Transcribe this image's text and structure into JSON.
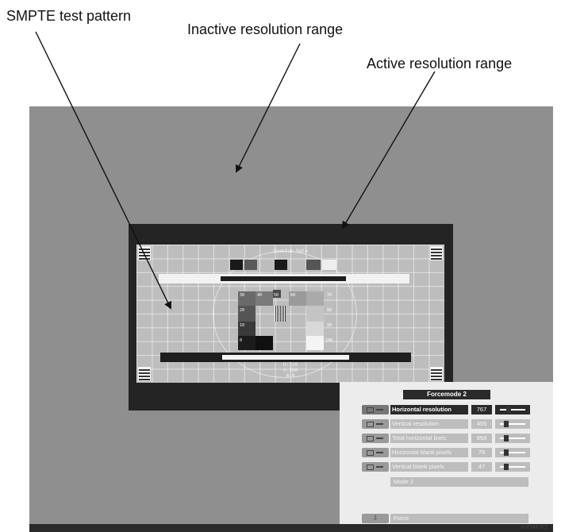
{
  "callouts": {
    "smpte": "SMPTE test pattern",
    "inactive": "Inactive resolution range",
    "active": "Active resolution range"
  },
  "test_pattern": {
    "title": "Quantum Data",
    "readout_h": "H:720",
    "readout_v": "V:368",
    "readout_extra": "0:0",
    "gray_labels": [
      "30",
      "40",
      "50",
      "60",
      "70",
      "20",
      "80",
      "10",
      "90",
      "0",
      "100"
    ]
  },
  "osd": {
    "title": "Forcemode 2",
    "rows": [
      {
        "label": "Horizontal resolution",
        "value": "767",
        "slider_fraction": 0.3,
        "selected": true
      },
      {
        "label": "Vertical resolution",
        "value": "455",
        "slider_fraction": 0.2,
        "selected": false
      },
      {
        "label": "Total horizontal lines",
        "value": "958",
        "slider_fraction": 0.2,
        "selected": false
      },
      {
        "label": "Horizontal blank pixels",
        "value": "76",
        "slider_fraction": 0.2,
        "selected": false
      },
      {
        "label": "Vertical blank pixels",
        "value": "47",
        "slider_fraction": 0.2,
        "selected": false
      }
    ],
    "mode_label": "Mode 2",
    "force_label": "Force"
  },
  "brand": "SIEMENS"
}
